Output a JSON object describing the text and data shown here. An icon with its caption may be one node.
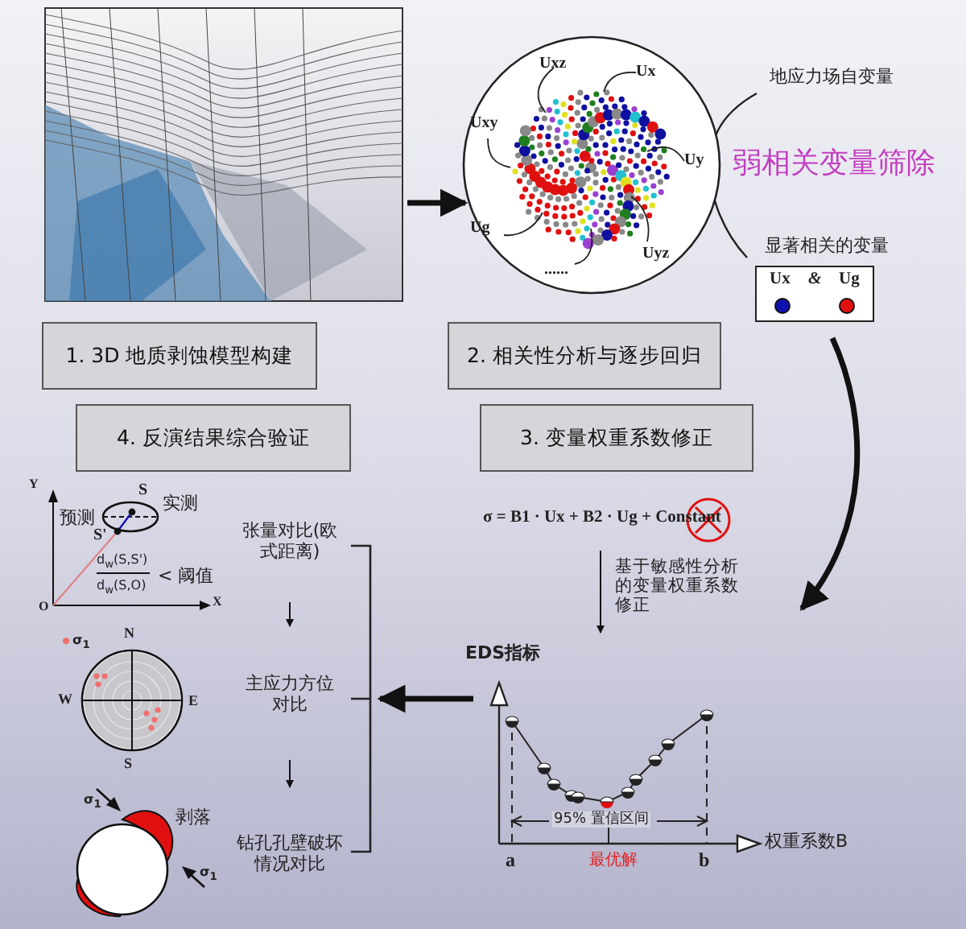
{
  "diagram": {
    "nodes": [
      {
        "text": [],
        "shape": "picture"
      },
      {
        "text": [
          "Uxz",
          "Ux",
          "Uxy",
          "Uy",
          "Ug",
          "Uyz",
          "......"
        ]
      },
      {
        "text": [
          "Ux",
          "&",
          "Ug"
        ]
      },
      {
        "text": [
          "1. 3D 地质剥蚀模型构建"
        ]
      },
      {
        "text": [
          "2. 相关性分析与逐步回归"
        ]
      },
      {
        "text": [
          "4. 反演结果综合验证"
        ]
      },
      {
        "text": [
          "3. 变量权重系数修正"
        ]
      },
      {
        "text": [
          "σ = B1 · Ux + B2 · Ug + Constant"
        ]
      },
      {
        "text": [
          "EDS指标",
          "95% 置信区间",
          "a",
          "最优解",
          "b",
          "权重系数B"
        ]
      },
      {
        "text": [
          "张量对比(欧式距离)"
        ]
      },
      {
        "text": [
          "主应力方位对比"
        ]
      },
      {
        "text": [
          "钻孔孔壁破坏情况对比"
        ]
      }
    ],
    "edges": [
      {
        "from": 0,
        "to": 1,
        "arrow": "to",
        "style": "thick"
      },
      {
        "from": 2,
        "to": 8,
        "arrow": "to",
        "style": "thick"
      },
      {
        "from": 7,
        "to": 8,
        "arrow": "to",
        "label": "基于敏感性分析的变量权重系数修正"
      },
      {
        "from": 8,
        "to": 10,
        "arrow": "to",
        "style": "thick"
      },
      {
        "from": 9,
        "to": 10,
        "arrow": "to"
      },
      {
        "from": 10,
        "to": 11,
        "arrow": "to"
      }
    ],
    "labels": [
      "地应力场自变量",
      "弱相关变量筛除",
      "显著相关的变量",
      "Y",
      "S",
      "实测",
      "预测",
      "S'",
      "d$_{w}$(S,S')",
      "d$_{w}$(S,O)",
      "< 阈值",
      "O",
      "X",
      "σ$_{1}$",
      "N",
      "W",
      "E",
      "S",
      "σ$_{1}$",
      "剥落",
      "σ$_{1}$"
    ]
  }
}
